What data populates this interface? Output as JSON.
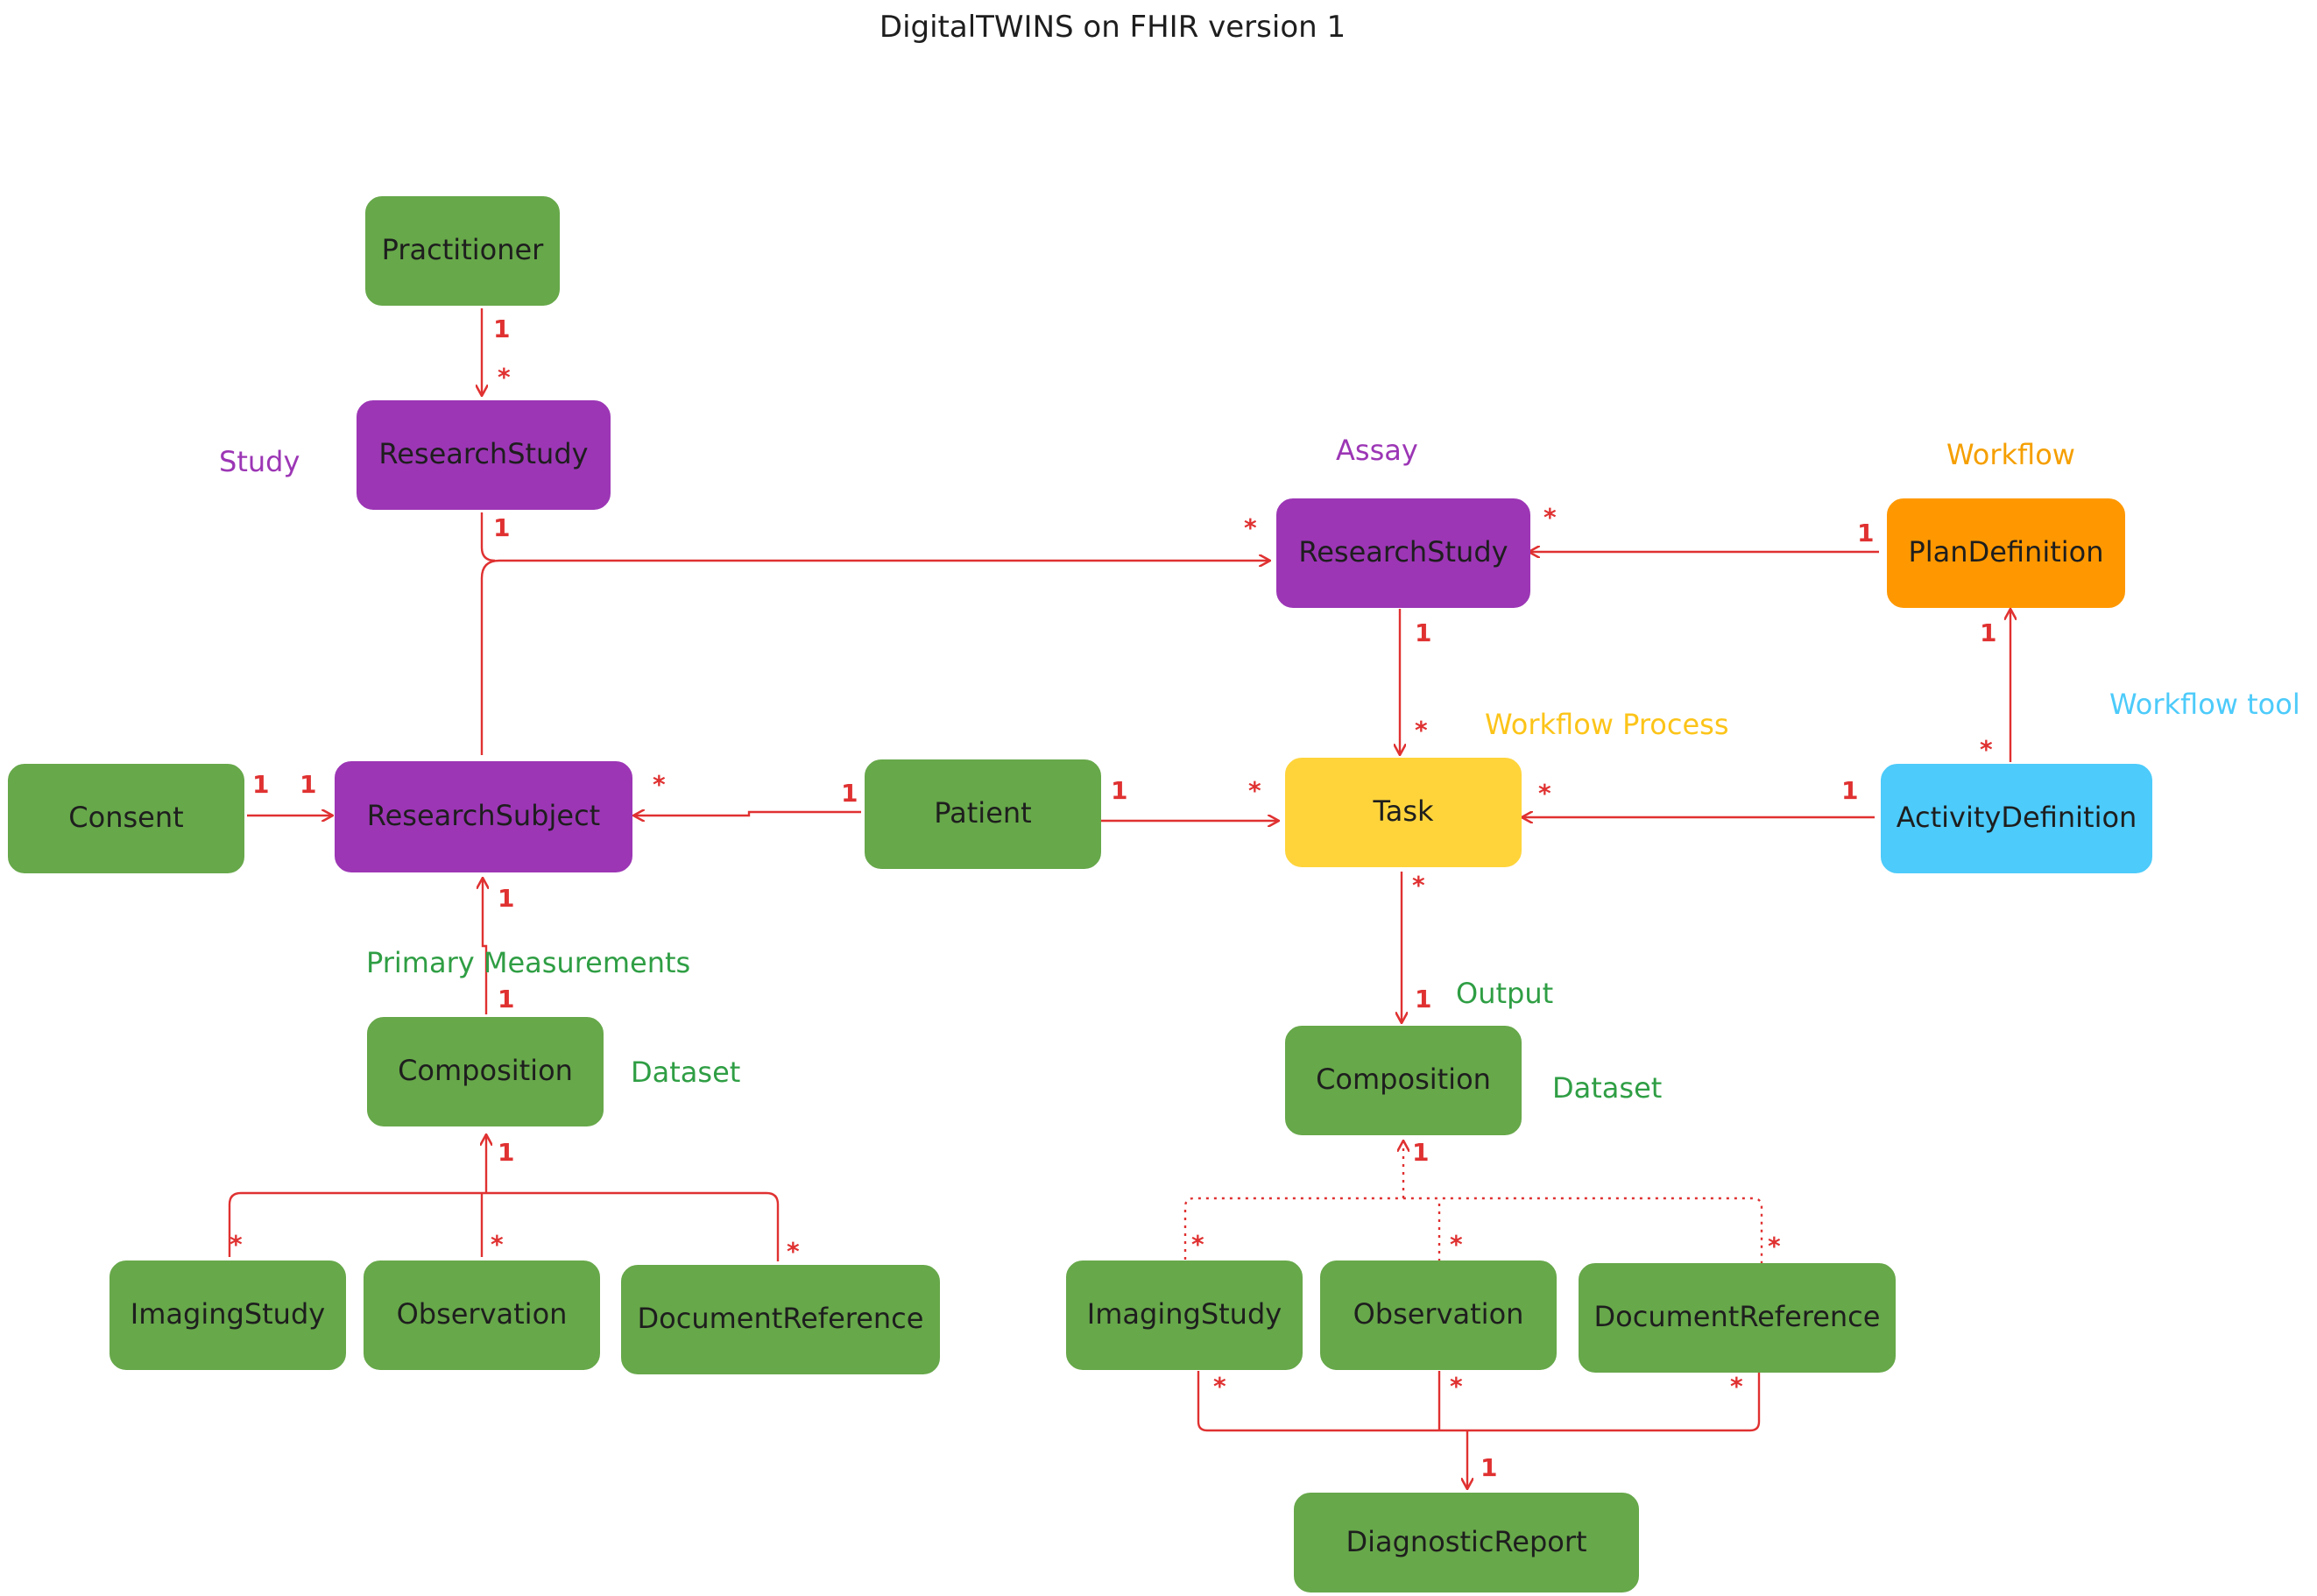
{
  "title": "DigitalTWINS on FHIR version 1",
  "colors": {
    "green": "#67a84a",
    "purple": "#9c36b5",
    "orange": "#ff9800",
    "yellow": "#ffd43b",
    "blue": "#4dcbfa",
    "edge": "#e03131",
    "label_purple": "#9c36b5",
    "label_green": "#2f9e44",
    "label_orange": "#f59f00",
    "label_yellow": "#fcc419",
    "label_blue": "#4dcbfa"
  },
  "nodes": {
    "practitioner": "Practitioner",
    "study_research_study": "ResearchStudy",
    "assay_research_study": "ResearchStudy",
    "plan_definition": "PlanDefinition",
    "consent": "Consent",
    "research_subject": "ResearchSubject",
    "patient": "Patient",
    "task": "Task",
    "activity_definition": "ActivityDefinition",
    "primary_composition": "Composition",
    "output_composition": "Composition",
    "primary_imaging_study": "ImagingStudy",
    "primary_observation": "Observation",
    "primary_document_reference": "DocumentReference",
    "output_imaging_study": "ImagingStudy",
    "output_observation": "Observation",
    "output_document_reference": "DocumentReference",
    "diagnostic_report": "DiagnosticReport"
  },
  "section_labels": {
    "study": "Study",
    "assay": "Assay",
    "workflow": "Workflow",
    "workflow_process": "Workflow Process",
    "workflow_tool": "Workflow tool",
    "primary_measurements": "Primary Measurements",
    "dataset_left": "Dataset",
    "output": "Output",
    "dataset_right": "Dataset"
  },
  "multiplicity": {
    "one": "1",
    "many": "*"
  }
}
